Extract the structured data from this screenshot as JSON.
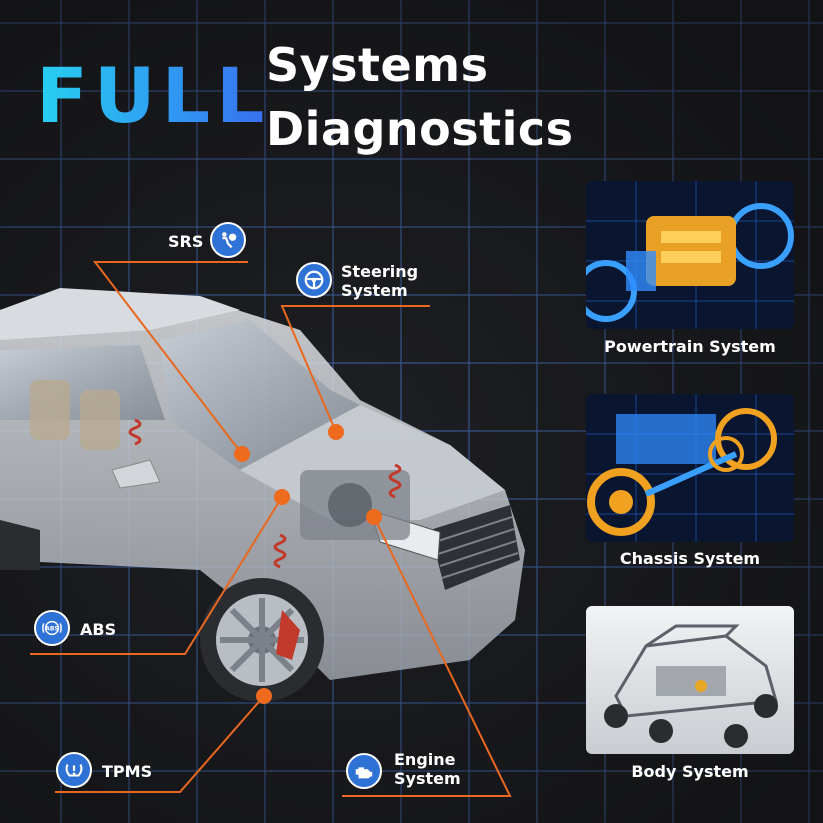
{
  "headline": {
    "full": "FULL",
    "line1": "Systems",
    "line2": "Diagnostics"
  },
  "callouts": {
    "srs": "SRS",
    "steering_1": "Steering",
    "steering_2": "System",
    "abs": "ABS",
    "tpms": "TPMS",
    "engine_1": "Engine",
    "engine_2": "System"
  },
  "icons": {
    "srs": "airbag-icon",
    "steering": "steering-wheel-icon",
    "abs": "abs-icon",
    "tpms": "tire-pressure-icon",
    "engine": "engine-icon"
  },
  "panels": [
    {
      "caption": "Powertrain System"
    },
    {
      "caption": "Chassis System"
    },
    {
      "caption": "Body System"
    }
  ],
  "colors": {
    "accent_blue": "#2f72d6",
    "leader_orange": "#e8681f",
    "title_cyan": "#27d0f0"
  }
}
